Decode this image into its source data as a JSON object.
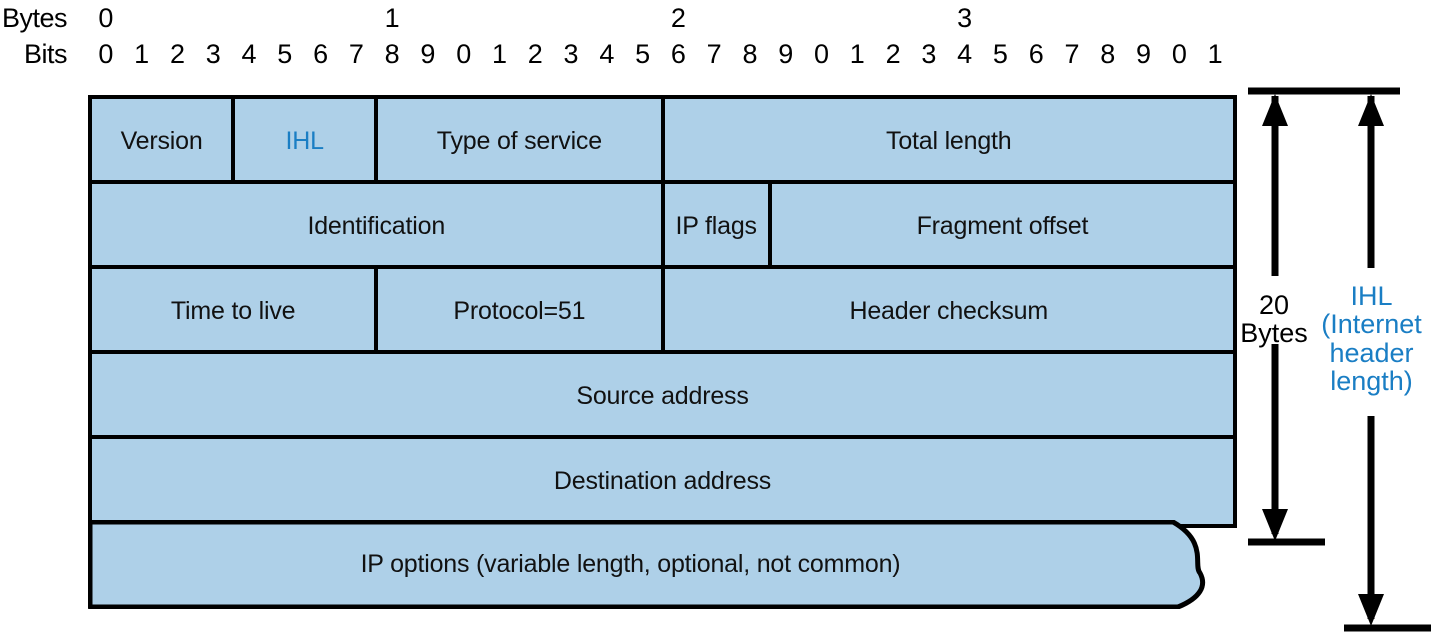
{
  "ruler": {
    "bytes_label": "Bytes",
    "bits_label": "Bits",
    "byte_ticks": [
      "0",
      "1",
      "2",
      "3"
    ],
    "bit_ticks": [
      "0",
      "1",
      "2",
      "3",
      "4",
      "5",
      "6",
      "7",
      "8",
      "9",
      "0",
      "1",
      "2",
      "3",
      "4",
      "5",
      "6",
      "7",
      "8",
      "9",
      "0",
      "1",
      "2",
      "3",
      "4",
      "5",
      "6",
      "7",
      "8",
      "9",
      "0",
      "1"
    ]
  },
  "colors": {
    "cell_fill": "#aed0e8",
    "border": "#000000",
    "accent_blue": "#1a7ec4",
    "text": "#111111",
    "background": "#ffffff"
  },
  "rows": [
    {
      "index": 0,
      "cells": [
        {
          "label": "Version",
          "bits": 4,
          "highlight": false
        },
        {
          "label": "IHL",
          "bits": 4,
          "highlight": true
        },
        {
          "label": "Type of service",
          "bits": 8,
          "highlight": false
        },
        {
          "label": "Total length",
          "bits": 16,
          "highlight": false
        }
      ]
    },
    {
      "index": 1,
      "cells": [
        {
          "label": "Identification",
          "bits": 16,
          "highlight": false
        },
        {
          "label": "IP flags",
          "bits": 3,
          "highlight": false
        },
        {
          "label": "Fragment offset",
          "bits": 13,
          "highlight": false
        }
      ]
    },
    {
      "index": 2,
      "cells": [
        {
          "label": "Time to live",
          "bits": 8,
          "highlight": false
        },
        {
          "label": "Protocol=51",
          "bits": 8,
          "highlight": false
        },
        {
          "label": "Header checksum",
          "bits": 16,
          "highlight": false
        }
      ]
    },
    {
      "index": 3,
      "cells": [
        {
          "label": "Source address",
          "bits": 32,
          "highlight": false
        }
      ]
    },
    {
      "index": 4,
      "cells": [
        {
          "label": "Destination address",
          "bits": 32,
          "highlight": false
        }
      ]
    }
  ],
  "options_row": {
    "label": "IP options (variable length, optional, not common)",
    "variable_length": true
  },
  "annotations": {
    "bytes20": "20\nBytes",
    "bytes20_lines": [
      "20",
      "Bytes"
    ],
    "ihl_lines": [
      "IHL",
      "(Internet",
      "header",
      "length)"
    ]
  }
}
